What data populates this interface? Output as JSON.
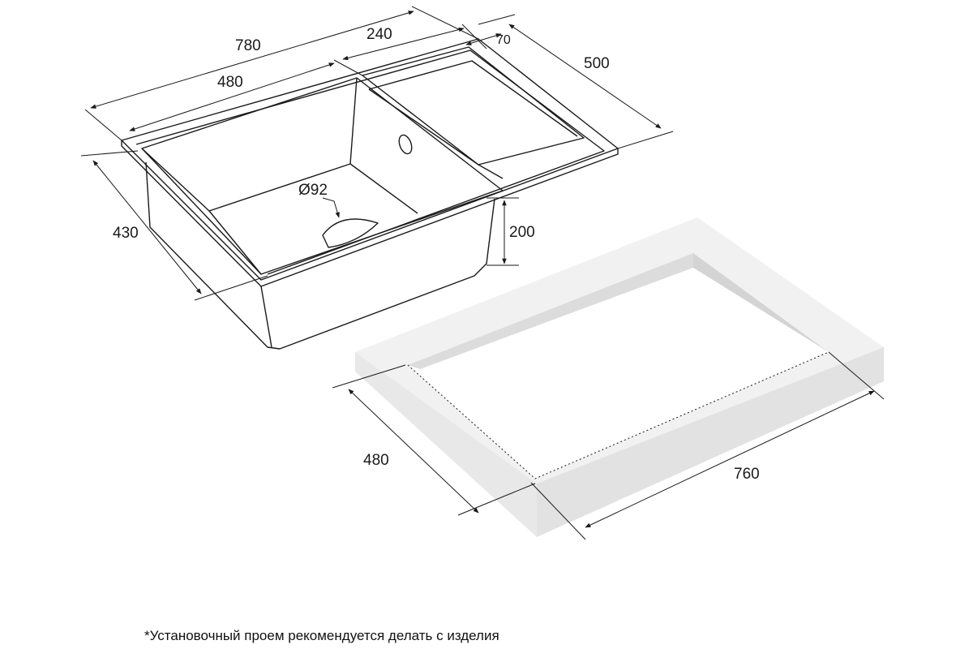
{
  "sink": {
    "dimensions": {
      "overall_length": "780",
      "bowl_length": "480",
      "drainboard_length": "240",
      "rim_offset": "70",
      "overall_width": "500",
      "bowl_width": "430",
      "depth": "200",
      "drain_diameter": "Ø92"
    }
  },
  "cutout": {
    "dimensions": {
      "width": "480",
      "length": "760"
    }
  },
  "footnote": "*Установочный проем рекомендуется делать с изделия",
  "colors": {
    "line": "#1a1a1a",
    "countertop_top": "#f1f1f1",
    "countertop_side": "#e2e2e2",
    "countertop_inner": "#d4d4d4"
  }
}
